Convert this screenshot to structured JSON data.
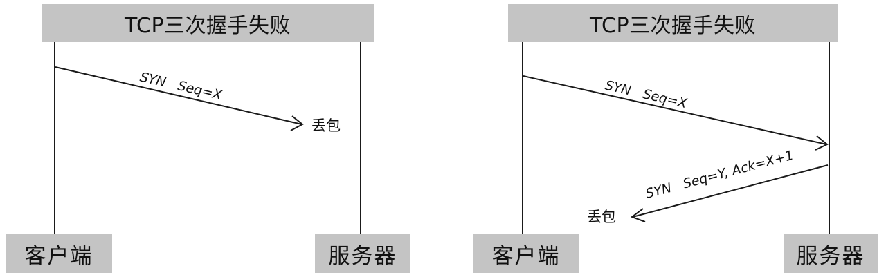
{
  "panels": [
    {
      "title": "TCP三次握手失败",
      "client_label": "客户端",
      "server_label": "服务器",
      "messages": [
        {
          "label": "SYN   Seq=X",
          "from": "client",
          "to": "server",
          "lost": true
        }
      ],
      "lost_label": "丢包"
    },
    {
      "title": "TCP三次握手失败",
      "client_label": "客户端",
      "server_label": "服务器",
      "messages": [
        {
          "label": "SYN   Seq=X",
          "from": "client",
          "to": "server",
          "lost": false
        },
        {
          "label": "SYN   Seq=Y, Ack=X+1",
          "from": "server",
          "to": "client",
          "lost": true
        }
      ],
      "lost_label": "丢包"
    }
  ],
  "colors": {
    "box_fill": "#c4c4c4",
    "line": "#1a1a1a",
    "text": "#111111"
  }
}
